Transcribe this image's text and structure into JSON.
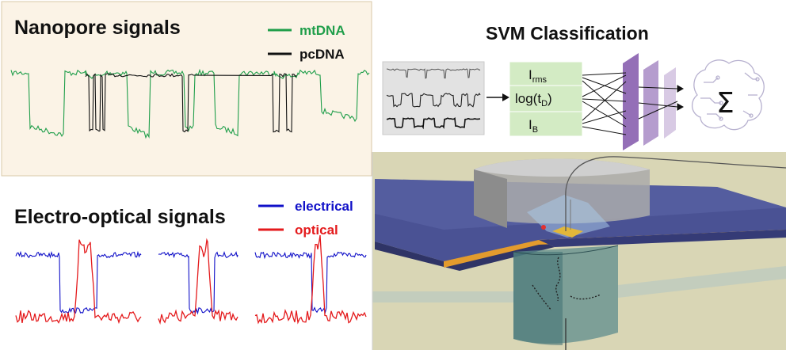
{
  "colors": {
    "mtdna": "#1f9e4a",
    "pcdna": "#111111",
    "electrical": "#1010c8",
    "optical": "#e41a1c",
    "panel_bg": "#fbf3e6",
    "feature_box": "#d3ebc4",
    "layer": "#8e67b3",
    "chip_top": "#4a5294",
    "chip_edge": "#e39b2d",
    "substrate": "#d9d6b5"
  },
  "nanopore": {
    "title": "Nanopore signals",
    "legend": [
      {
        "label": "mtDNA",
        "color": "#1f9e4a"
      },
      {
        "label": "pcDNA",
        "color": "#111111"
      }
    ]
  },
  "electro_optical": {
    "title": "Electro-optical signals",
    "legend": [
      {
        "label": "electrical",
        "color": "#1010c8"
      },
      {
        "label": "optical",
        "color": "#e41a1c"
      }
    ]
  },
  "svm": {
    "title": "SVM Classification",
    "features": [
      {
        "main": "I",
        "sub": "rms",
        "tail": ""
      },
      {
        "main": "log(t",
        "sub": "D",
        "tail": ")"
      },
      {
        "main": "I",
        "sub": "B",
        "tail": ""
      }
    ],
    "sum_symbol": "Σ",
    "brain_icon": "circuit-brain-icon"
  },
  "device": {
    "icon": "nanopore-chip-icon"
  }
}
